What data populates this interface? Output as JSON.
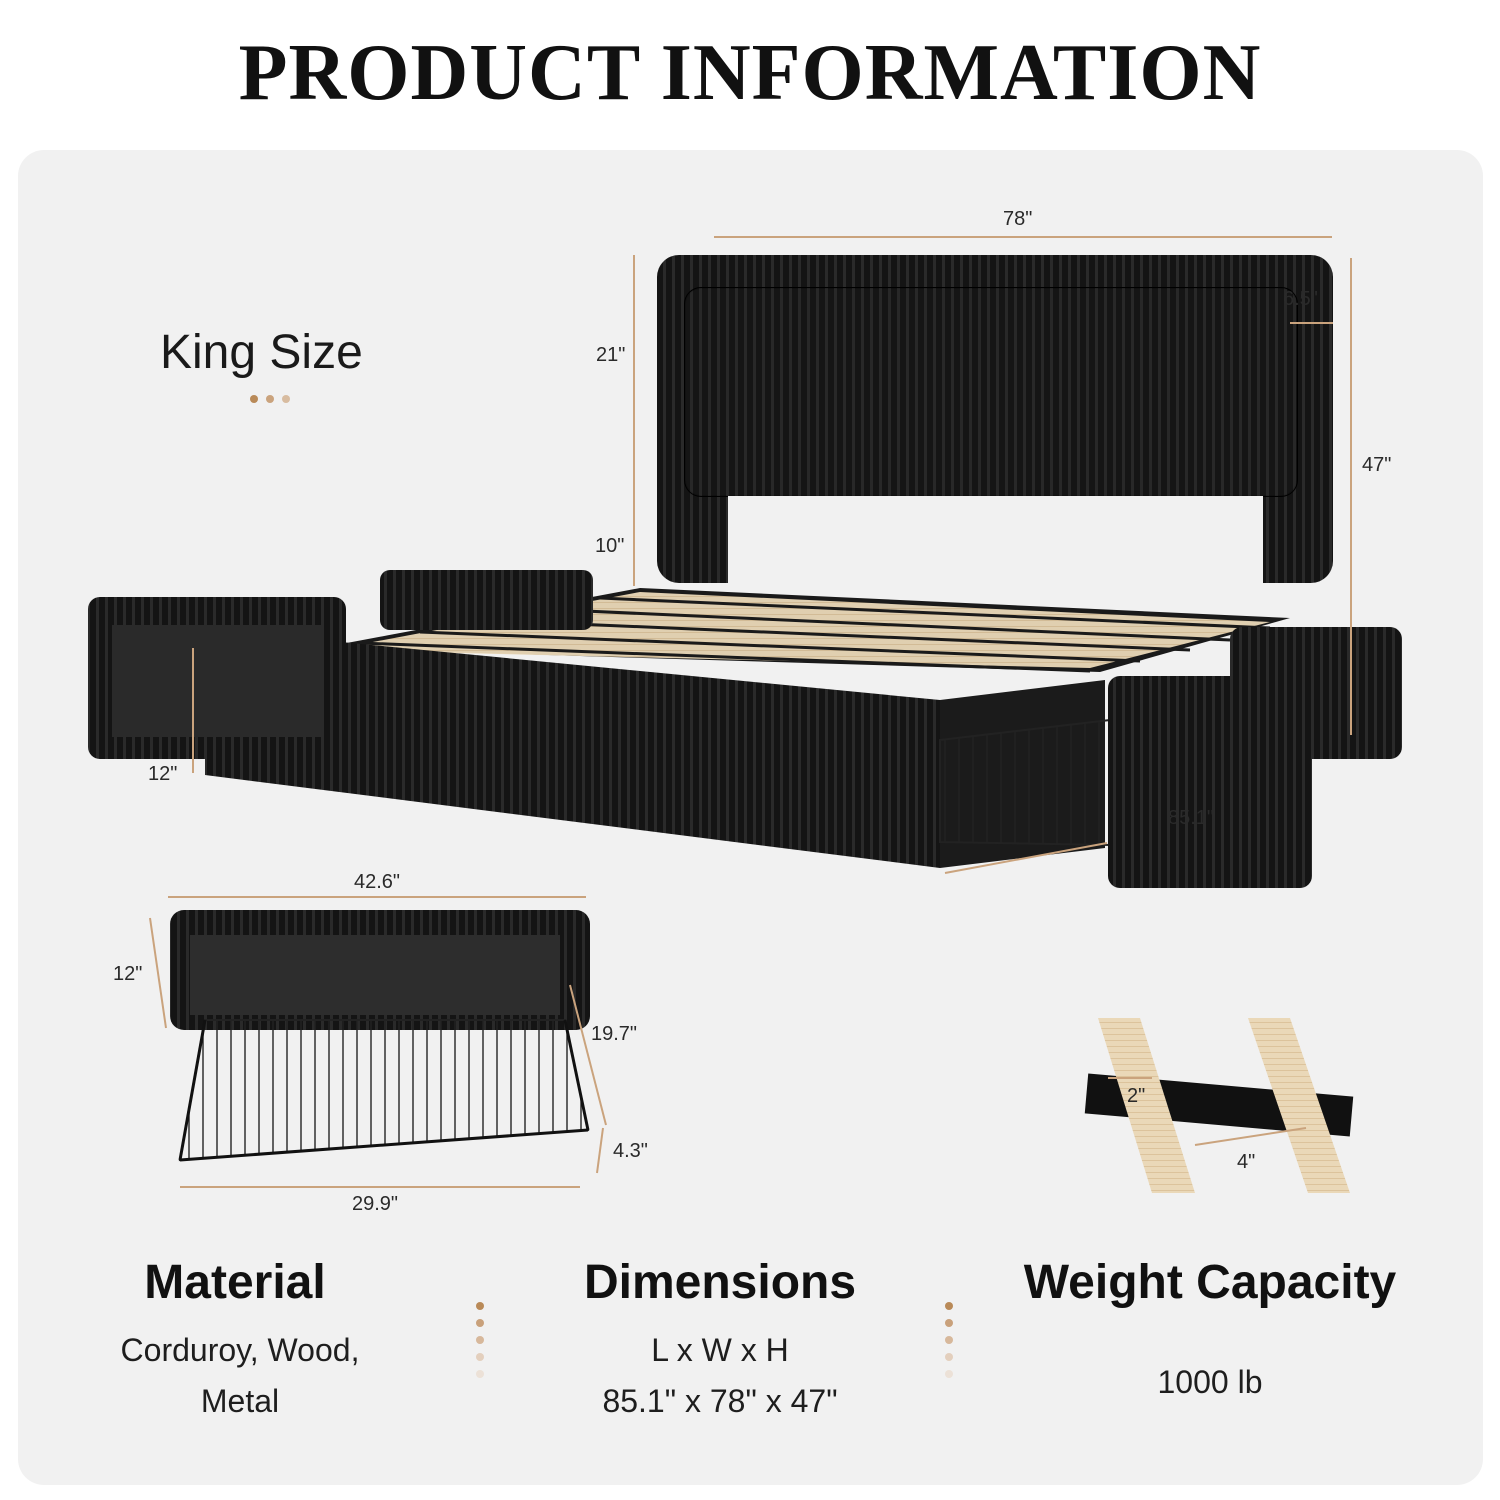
{
  "page": {
    "title": "PRODUCT INFORMATION",
    "subtitle": "King Size"
  },
  "dimensions": {
    "bed_width": "78\"",
    "headboard_depth": "6.5\"",
    "headboard_upper": "21\"",
    "total_height": "47\"",
    "headboard_lower": "10\"",
    "side_rail_height": "12\"",
    "bed_length": "85.1\"",
    "drawer_width": "42.6\"",
    "drawer_height": "12\"",
    "drawer_depth": "19.7\"",
    "basket_height": "4.3\"",
    "basket_width": "29.9\"",
    "slat_width": "2\"",
    "slat_gap": "4\""
  },
  "specs": {
    "material": {
      "heading": "Material",
      "line1": "Corduroy, Wood,",
      "line2": "Metal"
    },
    "dimensions": {
      "heading": "Dimensions",
      "line1": "L x W x H",
      "line2": "85.1\" x 78\" x 47\""
    },
    "weight": {
      "heading": "Weight Capacity",
      "line1": "1000 lb"
    }
  },
  "colors": {
    "accent": "#b98a58",
    "upholstery": "#141414",
    "slat_wood": "#ead8b8",
    "panel_bg": "#f1f1f1"
  }
}
